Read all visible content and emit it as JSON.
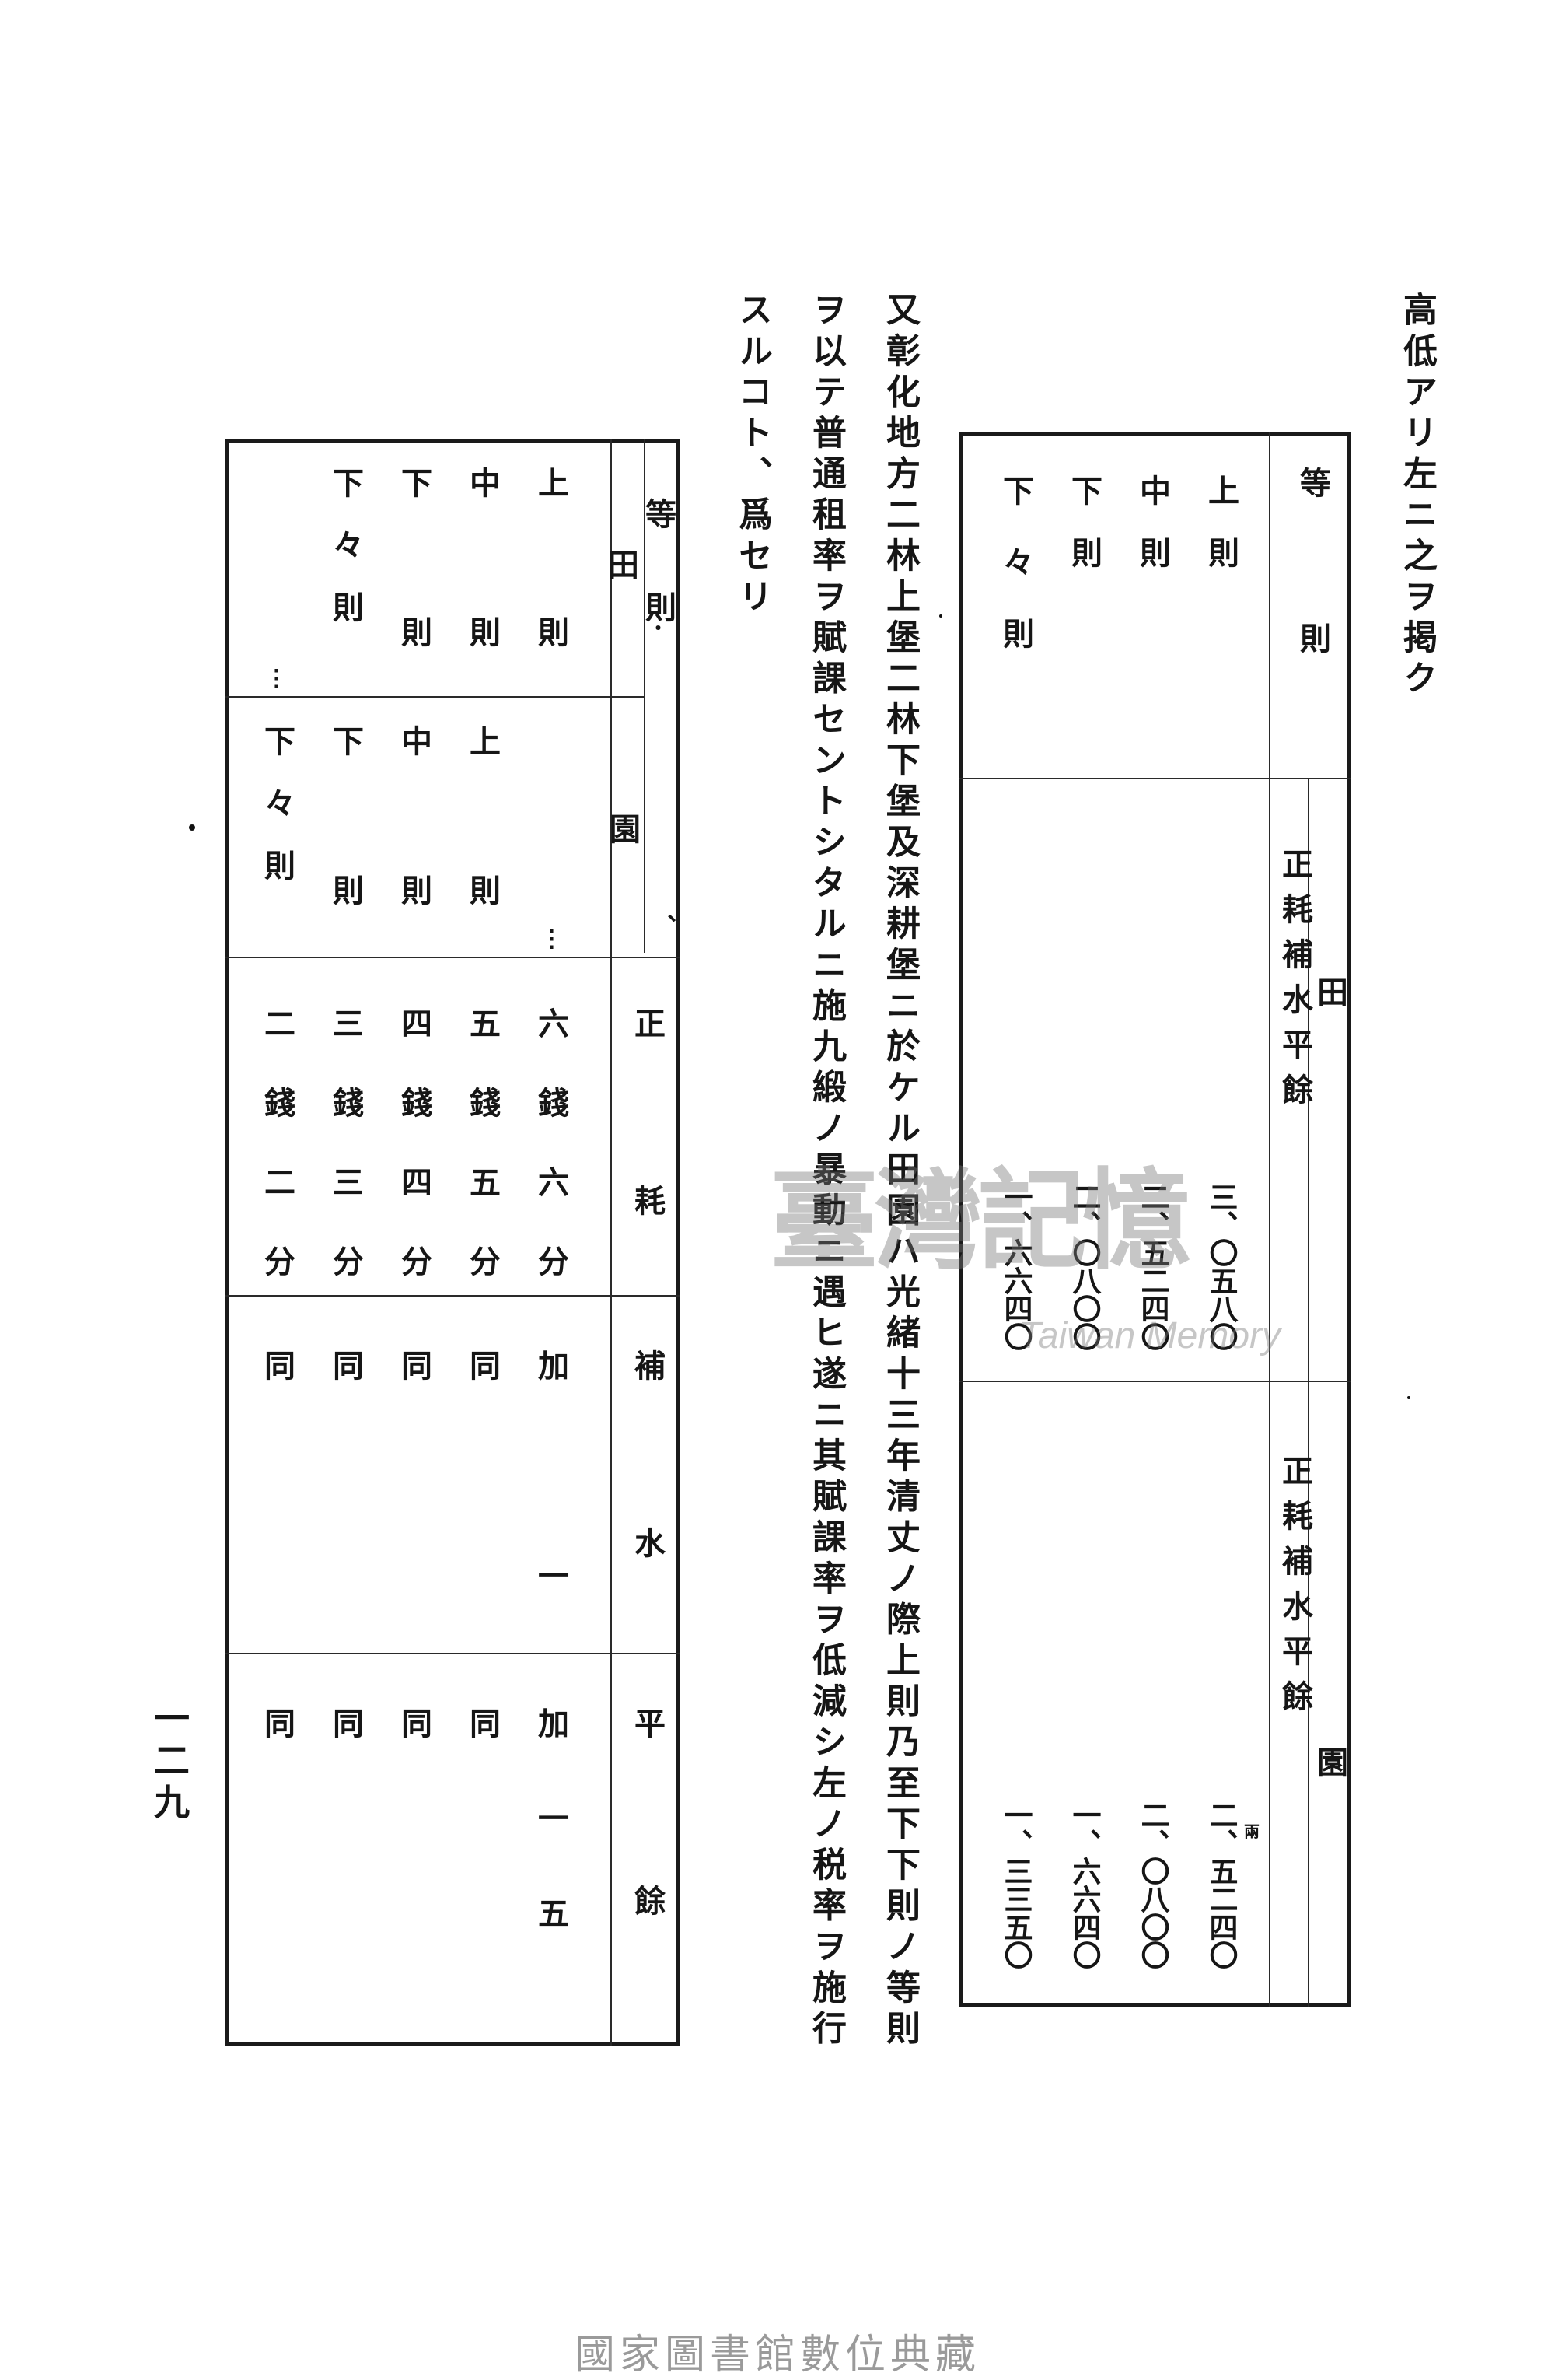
{
  "text": {
    "intro": "高低アリ左ニ之ヲ掲ク",
    "para_line1": "又彰化地方二林上堡二林下堡及深耕堡ニ於ケル田園ハ光緒十三年清丈ノ際上則乃至下下則ノ等則",
    "para_line2": "ヲ以テ普通租率ヲ賦課セントシタルニ施九緞ノ暴動ニ遇ヒ遂ニ其賦課率ヲ低減シ左ノ税率ヲ施行",
    "para_line3": "スルコト、爲セリ",
    "page_number": "一二九",
    "footer": "國家圖書館數位典藏",
    "watermark_main": "臺灣記憶",
    "watermark_sub": "Taiwan Memory"
  },
  "table1": {
    "header_grade": "等　則",
    "header_field": "田",
    "header_garden": "園",
    "subheader_field": "正耗補水平餘",
    "subheader_garden": "正耗補水平餘",
    "unit_mark": "兩",
    "grades": [
      "上　則",
      "中　則",
      "下　則",
      "下々則"
    ],
    "field_values": [
      "三、〇五八〇",
      "二、五二四〇",
      "二、〇八〇〇",
      "一、六六四〇"
    ],
    "garden_values": [
      "二、五二四〇",
      "二、〇八〇〇",
      "一、六六四〇",
      "一、三三五〇"
    ]
  },
  "table2": {
    "header_grade": "等　　則",
    "header_field": "田",
    "header_garden": "園",
    "header_field_dots": "・",
    "header_sep": "、",
    "col_zheng": "正　　耗",
    "col_bushui": "補　　水",
    "col_pingyu": "平　　餘",
    "field_grades": [
      "上　　則",
      "中　　則",
      "下　　則",
      "下　々　則",
      "⋮"
    ],
    "garden_grades": [
      "⋮",
      "上　　則",
      "中　　則",
      "下　　則",
      "下　々　則"
    ],
    "zheng_values": [
      "六錢六分",
      "五錢五分",
      "四錢四分",
      "三錢三分",
      "二錢二分"
    ],
    "bushui_values": [
      "加　　一",
      "同",
      "同",
      "同",
      "同"
    ],
    "pingyu_values": [
      "加一五",
      "同",
      "同",
      "同",
      "同"
    ]
  }
}
